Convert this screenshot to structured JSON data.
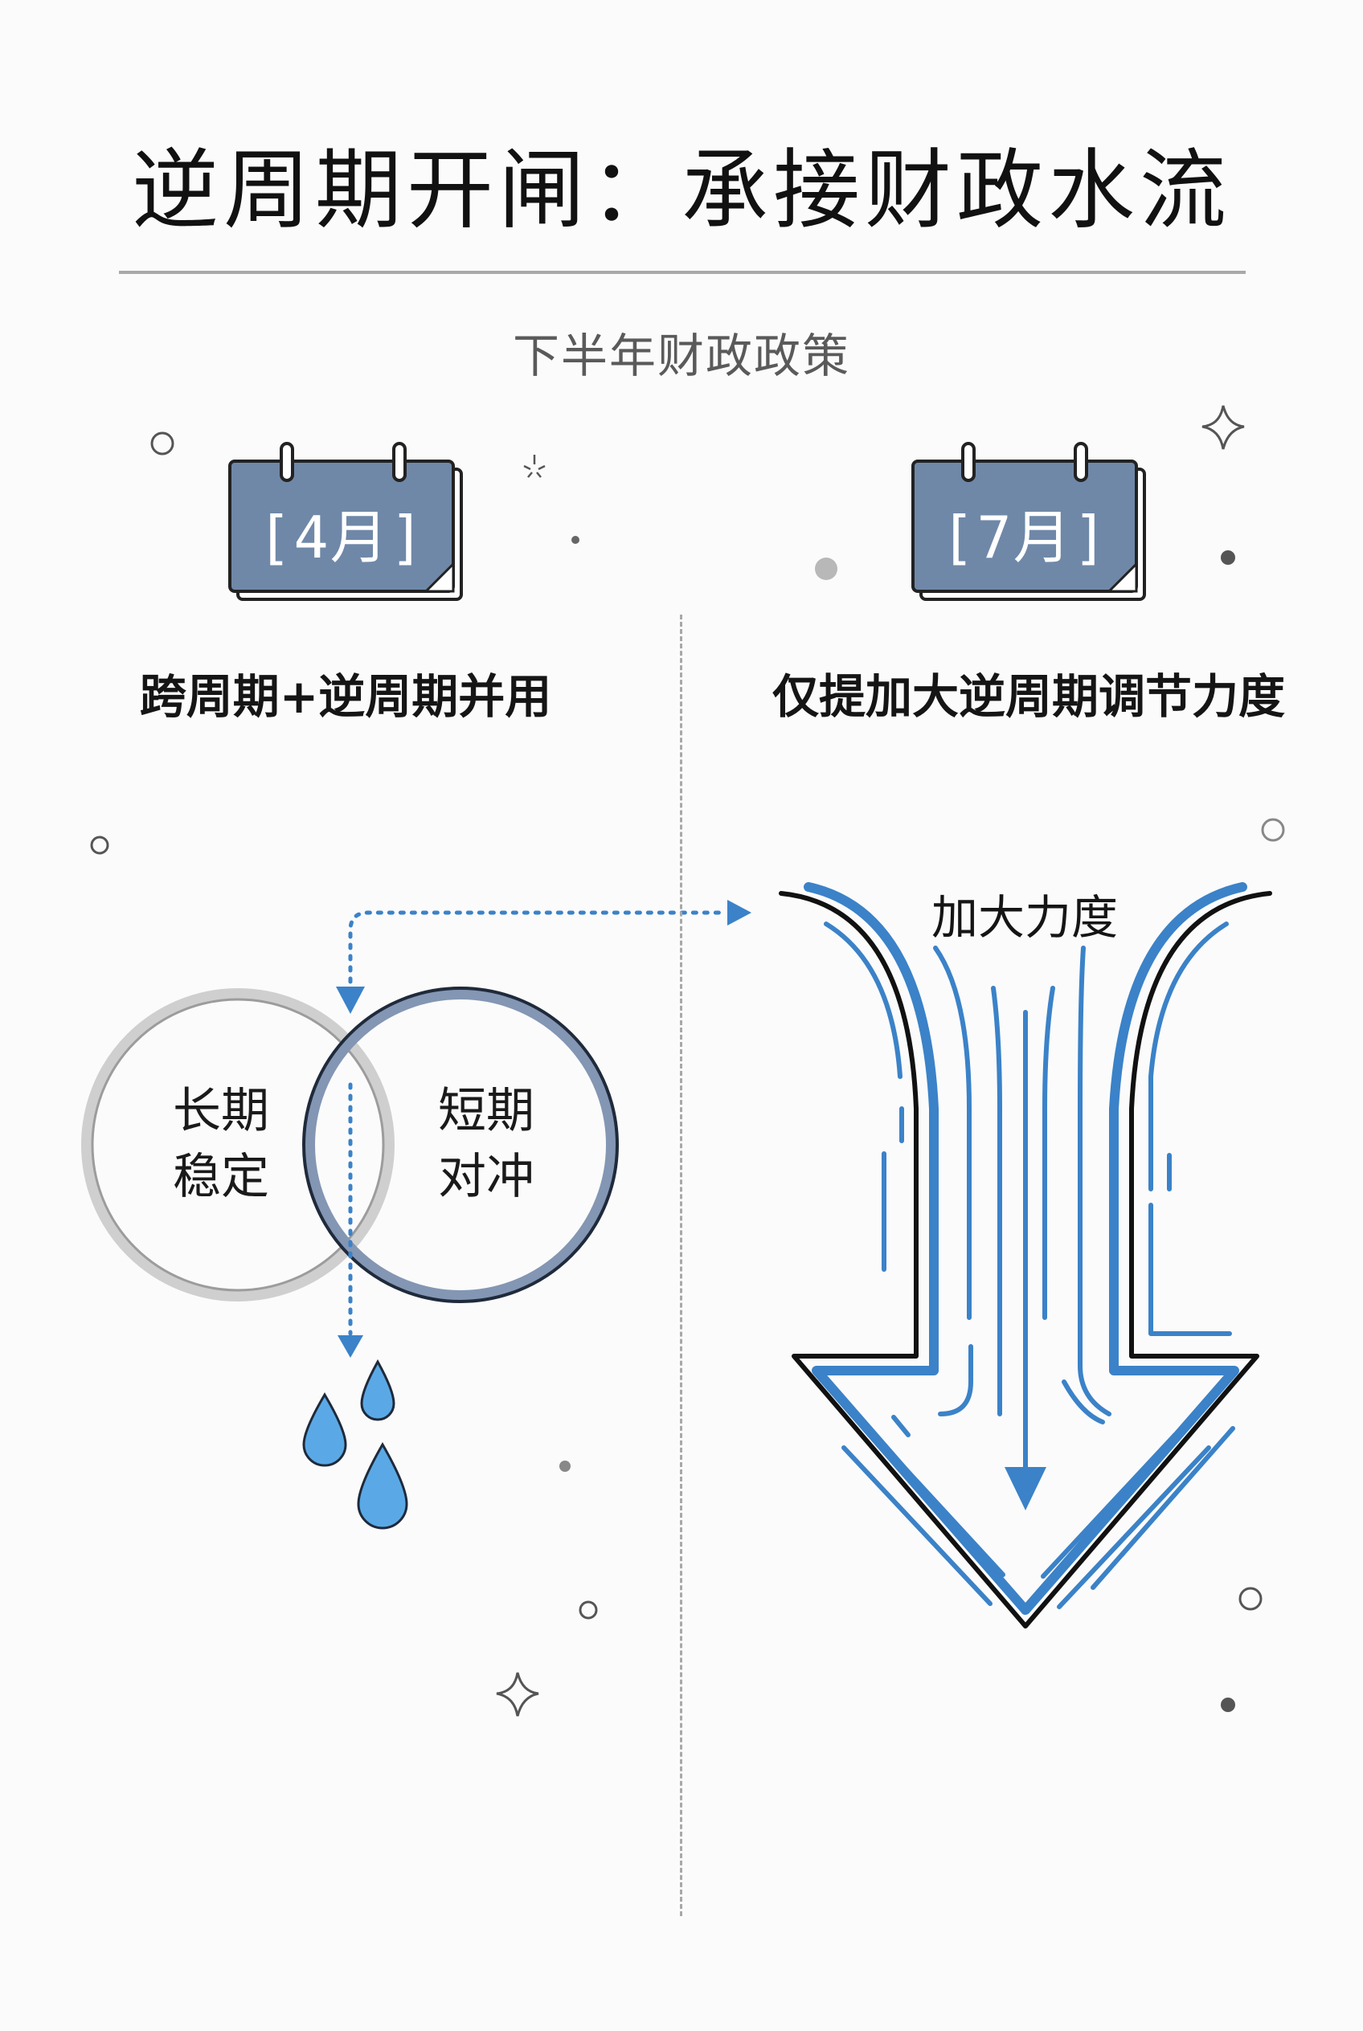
{
  "title": "逆周期开闸：承接财政水流",
  "subtitle": "下半年财政政策",
  "left": {
    "calendar_label": "[4月]",
    "heading": "跨周期+逆周期并用",
    "circles": {
      "left_text": [
        "长期",
        "稳定"
      ],
      "right_text": [
        "短期",
        "对冲"
      ]
    }
  },
  "right": {
    "calendar_label": "[7月]",
    "heading": "仅提加大逆周期调节力度",
    "flow_label": "加大力度"
  },
  "colors": {
    "calendar_blue": "#6f88a8",
    "accent_blue": "#3b82c8",
    "drop_blue": "#5aa9e6",
    "gray_ring": "#b8b8b8",
    "dark_ring": "#5f7595"
  }
}
